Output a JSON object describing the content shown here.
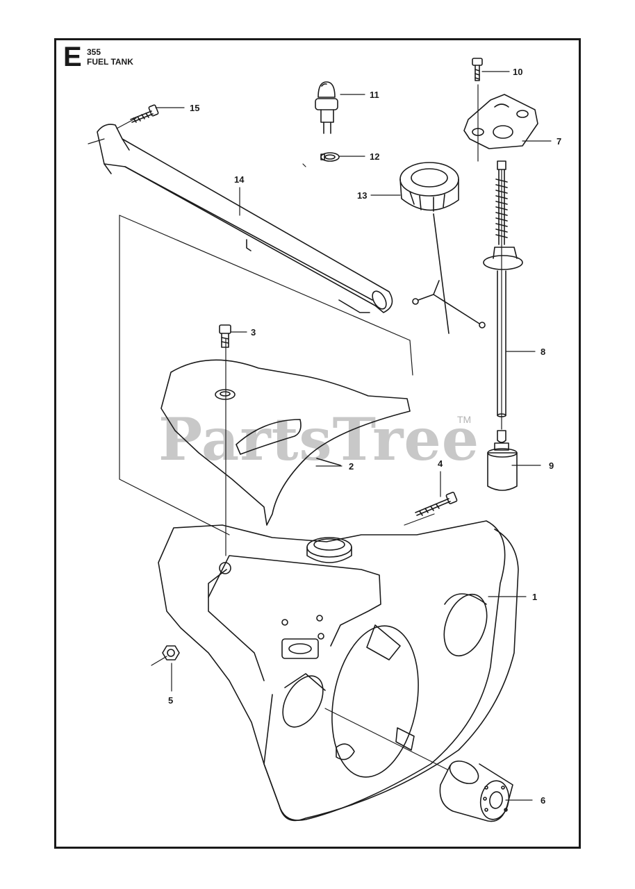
{
  "header": {
    "section_letter": "E",
    "model": "355",
    "title": "FUEL TANK"
  },
  "watermark": {
    "text": "PartsTree",
    "trademark": "TM"
  },
  "callouts": [
    "1",
    "2",
    "3",
    "4",
    "5",
    "6",
    "7",
    "8",
    "9",
    "10",
    "11",
    "12",
    "13",
    "14",
    "15"
  ]
}
